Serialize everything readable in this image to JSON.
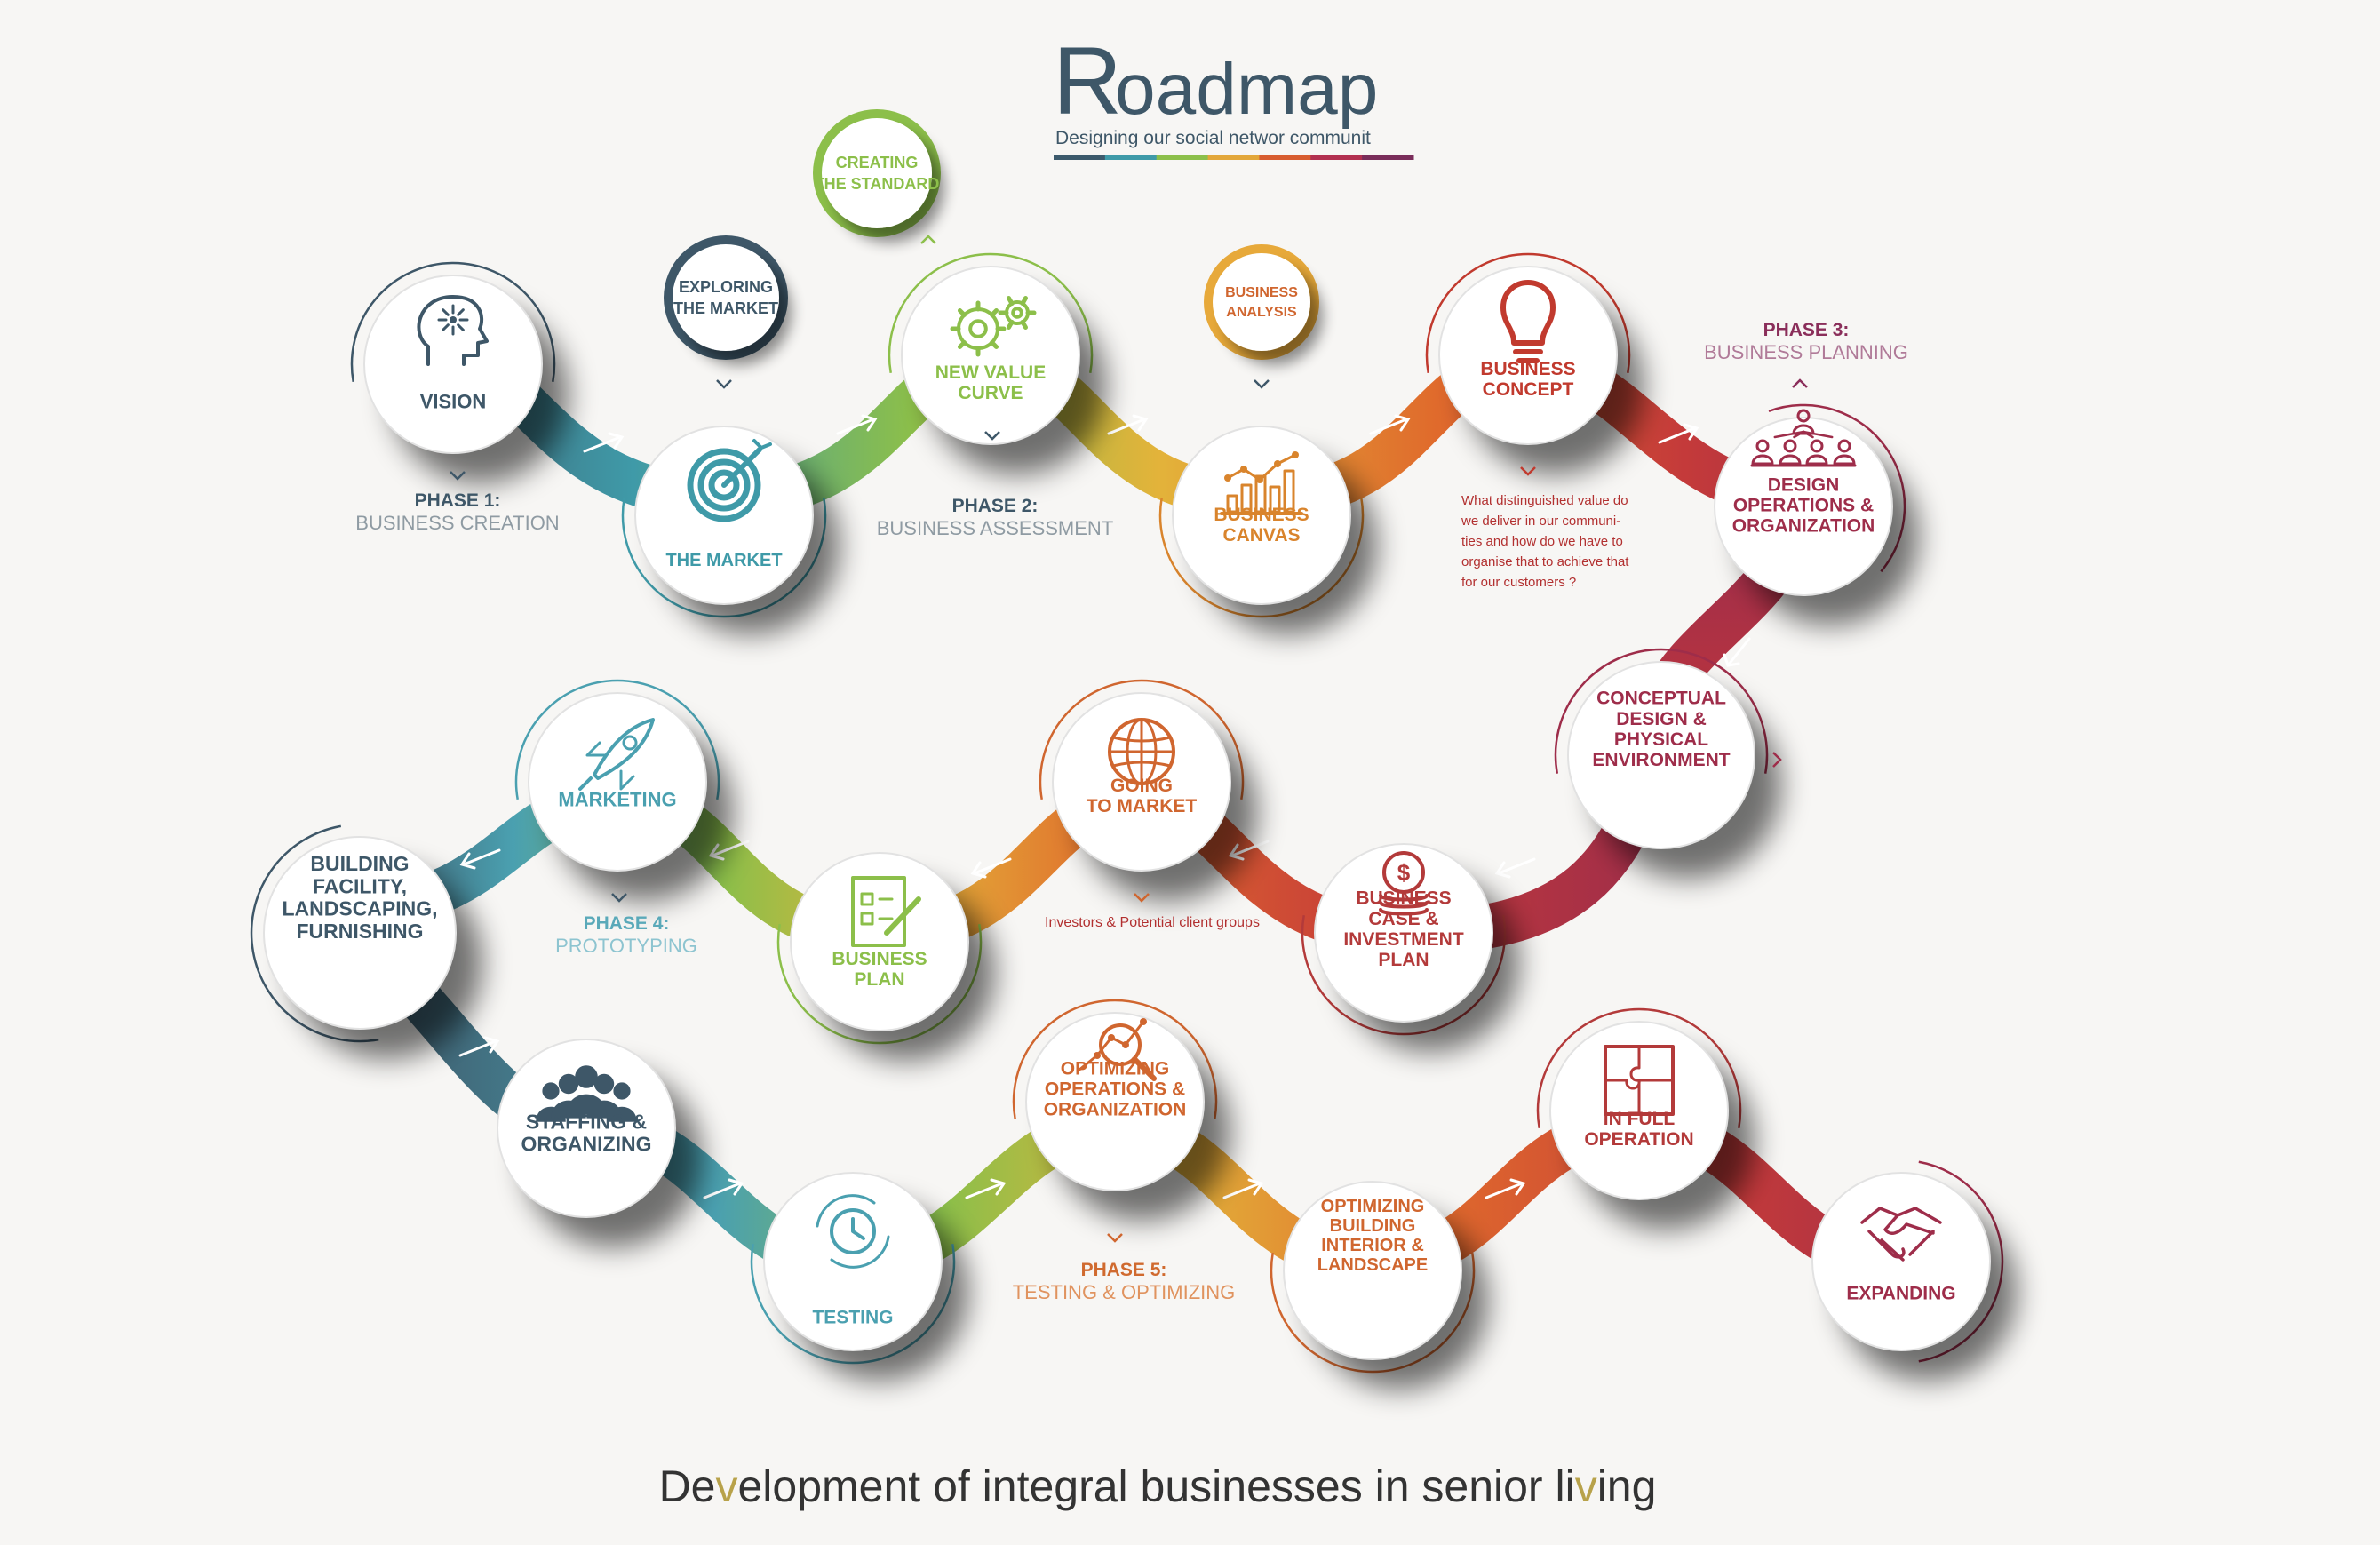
{
  "header": {
    "title_big": "R",
    "title_rest": "oadmap",
    "subtitle": "Designing   our social networ   communit",
    "bar_colors": [
      "#3c5a6c",
      "#3f9aa8",
      "#8cbf4a",
      "#e3a73a",
      "#d85d2f",
      "#b23050",
      "#7a2d5a"
    ]
  },
  "footer": {
    "tagline_parts": [
      "De",
      "v",
      "elopment of integral businesses in senior li",
      "v",
      "ing"
    ],
    "accent_color": "#b8a24a"
  },
  "phases": [
    {
      "title": "PHASE 1:",
      "subtitle": "BUSINESS CREATION",
      "color": "#3e5768"
    },
    {
      "title": "PHASE 2:",
      "subtitle": "BUSINESS ASSESSMENT",
      "color": "#3e5768"
    },
    {
      "title": "PHASE 3:",
      "subtitle": "BUSINESS PLANNING",
      "color": "#8a2e5a"
    },
    {
      "title": "PHASE 4:",
      "subtitle": "PROTOTYPING",
      "color": "#5aa9b9"
    },
    {
      "title": "PHASE 5:",
      "subtitle": "TESTING & OPTIMIZING",
      "color": "#d06a2f"
    }
  ],
  "nodes": [
    {
      "id": "vision",
      "lines": [
        "VISION"
      ],
      "color": "#3e5768",
      "icon": "head-idea-icon"
    },
    {
      "id": "market",
      "lines": [
        "THE MARKET"
      ],
      "color": "#3f9aa8",
      "icon": "target-icon"
    },
    {
      "id": "nvc",
      "lines": [
        "NEW VALUE",
        "CURVE"
      ],
      "color": "#8cbf4a",
      "icon": "gears-icon"
    },
    {
      "id": "canvas",
      "lines": [
        "BUSINESS",
        "CANVAS"
      ],
      "color": "#d9842c",
      "icon": "bar-chart-icon"
    },
    {
      "id": "concept",
      "lines": [
        "BUSINESS",
        "CONCEPT"
      ],
      "color": "#c13a2e",
      "icon": "lightbulb-icon"
    },
    {
      "id": "design",
      "lines": [
        "DESIGN",
        "OPERATIONS &",
        "ORGANIZATION"
      ],
      "color": "#9e2d4a",
      "icon": "org-chart-icon"
    },
    {
      "id": "conceptual",
      "lines": [
        "CONCEPTUAL",
        "DESIGN &",
        "PHYSICAL",
        "ENVIRONMENT"
      ],
      "color": "#9e2d4a",
      "icon": ""
    },
    {
      "id": "bcase",
      "lines": [
        "BUSINESS",
        "CASE &",
        "INVESTMENT",
        "PLAN"
      ],
      "color": "#b33a3a",
      "icon": "coins-icon"
    },
    {
      "id": "going",
      "lines": [
        "GOING",
        "TO MARKET"
      ],
      "color": "#d0662f",
      "icon": "globe-icon"
    },
    {
      "id": "bplan",
      "lines": [
        "BUSINESS",
        "PLAN"
      ],
      "color": "#8cbf4a",
      "icon": "checklist-icon"
    },
    {
      "id": "marketing",
      "lines": [
        "MARKETING"
      ],
      "color": "#4aa0b0",
      "icon": "rocket-icon"
    },
    {
      "id": "building",
      "lines": [
        "BUILDING",
        "FACILITY,",
        "LANDSCAPING,",
        "FURNISHING"
      ],
      "color": "#3e5768",
      "icon": ""
    },
    {
      "id": "staffing",
      "lines": [
        "STAFFING &",
        "ORGANIZING"
      ],
      "color": "#3e5768",
      "icon": "people-icon"
    },
    {
      "id": "testing",
      "lines": [
        "TESTING"
      ],
      "color": "#4aa0b0",
      "icon": "clock-cycle-icon"
    },
    {
      "id": "optops",
      "lines": [
        "OPTIMIZING",
        "OPERATIONS &",
        "ORGANIZATION"
      ],
      "color": "#d0662f",
      "icon": "magnifier-icon"
    },
    {
      "id": "optbuild",
      "lines": [
        "OPTIMIZING",
        "BUILDING",
        "INTERIOR &",
        "LANDSCAPE"
      ],
      "color": "#d0662f",
      "icon": ""
    },
    {
      "id": "fullop",
      "lines": [
        "IN FULL",
        "OPERATION"
      ],
      "color": "#b33a3a",
      "icon": "puzzle-icon"
    },
    {
      "id": "expanding",
      "lines": [
        "EXPANDING"
      ],
      "color": "#9e2d4a",
      "icon": "handshake-icon"
    }
  ],
  "bubbles": [
    {
      "id": "exploring",
      "lines": [
        "EXPLORING",
        "THE MARKET"
      ],
      "color": "#3e5768",
      "ring": "#3e5768"
    },
    {
      "id": "creating",
      "lines": [
        "CREATING",
        "THE STANDARD"
      ],
      "color": "#8cbf4a",
      "ring": "#8cbf4a"
    },
    {
      "id": "analysis",
      "lines": [
        "BUSINESS",
        "ANALYSIS"
      ],
      "color": "#d0662f",
      "ring": "#e7a93a"
    }
  ],
  "notes": {
    "concept_question": [
      "What distinguished value do",
      "we deliver in our communi-",
      "ties and how do we have to",
      "organise that to achieve that",
      "for our customers ?"
    ],
    "investors": "Investors & Potential client groups"
  }
}
